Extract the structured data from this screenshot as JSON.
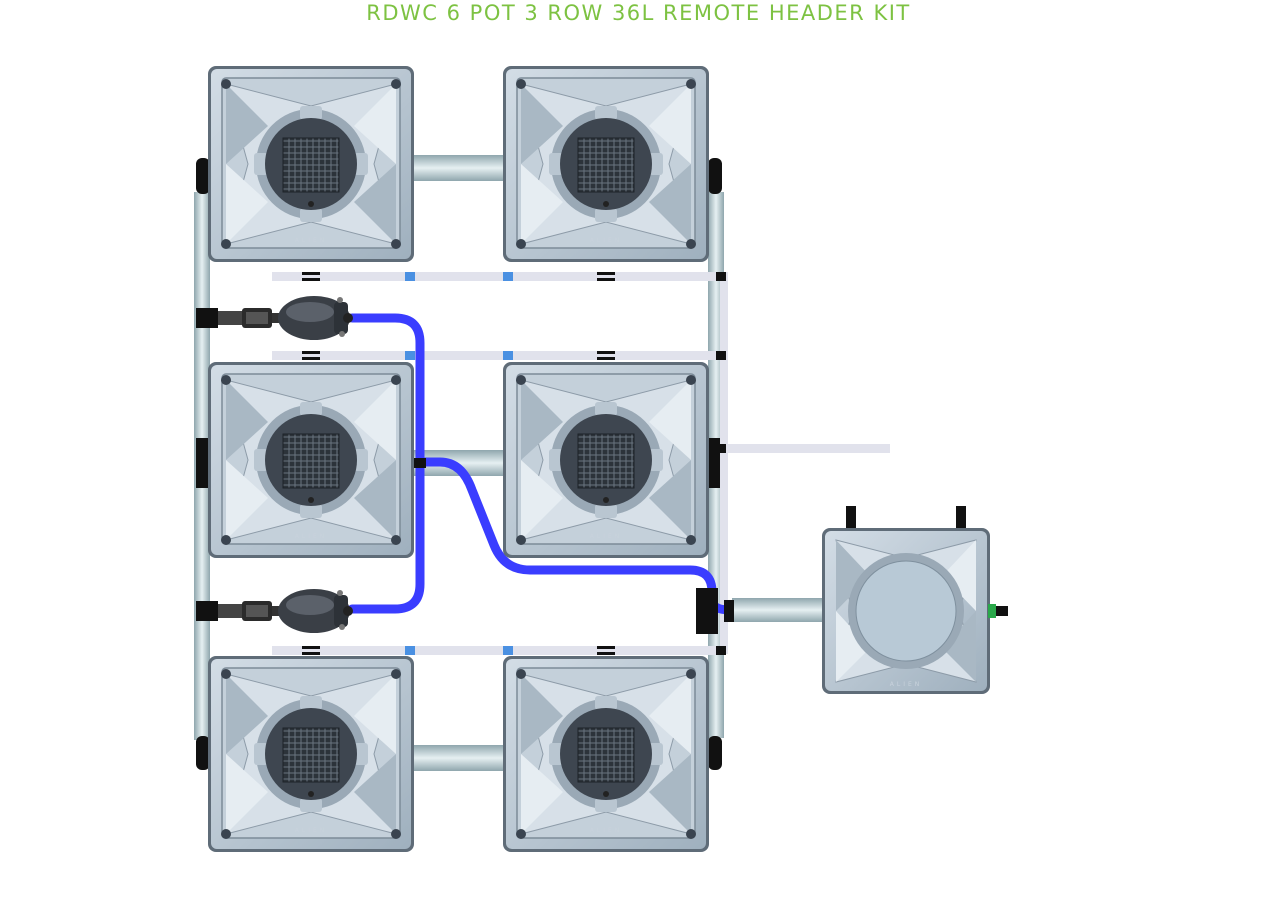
{
  "title": "RDWC 6 POT 3 ROW 36L REMOTE HEADER KIT",
  "pot_brand": "ALIEN",
  "colors": {
    "title": "#7dc242",
    "pot_body": "#b4c3d0",
    "pot_dark": "#3e4650",
    "pipe": "#c9d9dc",
    "hose": "#3a3dff",
    "drain_line": "#e1e2ec",
    "fitting": "#000000",
    "connector_blue": "#4a90e2",
    "connector_green": "#2aa84a"
  },
  "components": {
    "grow_pots": 6,
    "rows": 3,
    "pumps": 2,
    "remote_header": 1
  }
}
